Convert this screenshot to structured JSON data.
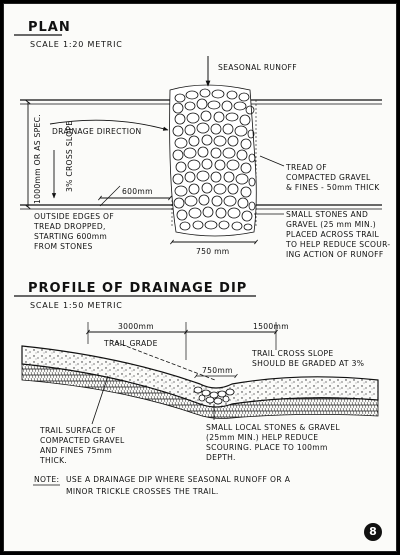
{
  "plan": {
    "title": "PLAN",
    "scale": "SCALE 1:20 METRIC",
    "seasonal_runoff": "SEASONAL RUNOFF",
    "drainage_direction": "DRAINAGE DIRECTION",
    "width_label": "1000mm OR AS SPEC.",
    "cross_slope": "3% CROSS SLOPE",
    "dim_600": "600mm",
    "dim_750": "750 mm",
    "tread_note": [
      "TREAD OF",
      "COMPACTED GRAVEL",
      "& FINES - 50mm THICK"
    ],
    "stones_note": [
      "SMALL STONES AND",
      "GRAVEL (25 mm MIN.)",
      "PLACED ACROSS TRAIL",
      "TO HELP REDUCE SCOUR-",
      "ING ACTION OF RUNOFF"
    ],
    "edges_note": [
      "OUTSIDE EDGES OF",
      "TREAD DROPPED,",
      "STARTING 600mm",
      "FROM STONES"
    ]
  },
  "profile": {
    "title": "PROFILE OF DRAINAGE DIP",
    "scale": "SCALE 1:50 METRIC",
    "dim_3000": "3000mm",
    "dim_1500": "1500mm",
    "dim_750": "750mm",
    "trail_grade": "TRAIL GRADE",
    "cross_slope_note": [
      "TRAIL CROSS SLOPE",
      "SHOULD BE GRADED AT 3%"
    ],
    "surface_note": [
      "TRAIL SURFACE OF",
      "COMPACTED GRAVEL",
      "AND FINES 75mm",
      "THICK."
    ],
    "stones_note": [
      "SMALL LOCAL STONES & GRAVEL",
      "(25mm MIN.) HELP REDUCE",
      "SCOURING. PLACE TO 100mm",
      "DEPTH."
    ]
  },
  "note": {
    "label": "NOTE:",
    "lines": [
      "USE A DRAINAGE DIP WHERE SEASONAL RUNOFF OR A",
      "MINOR TRICKLE CROSSES THE TRAIL."
    ]
  },
  "page_number": "8"
}
